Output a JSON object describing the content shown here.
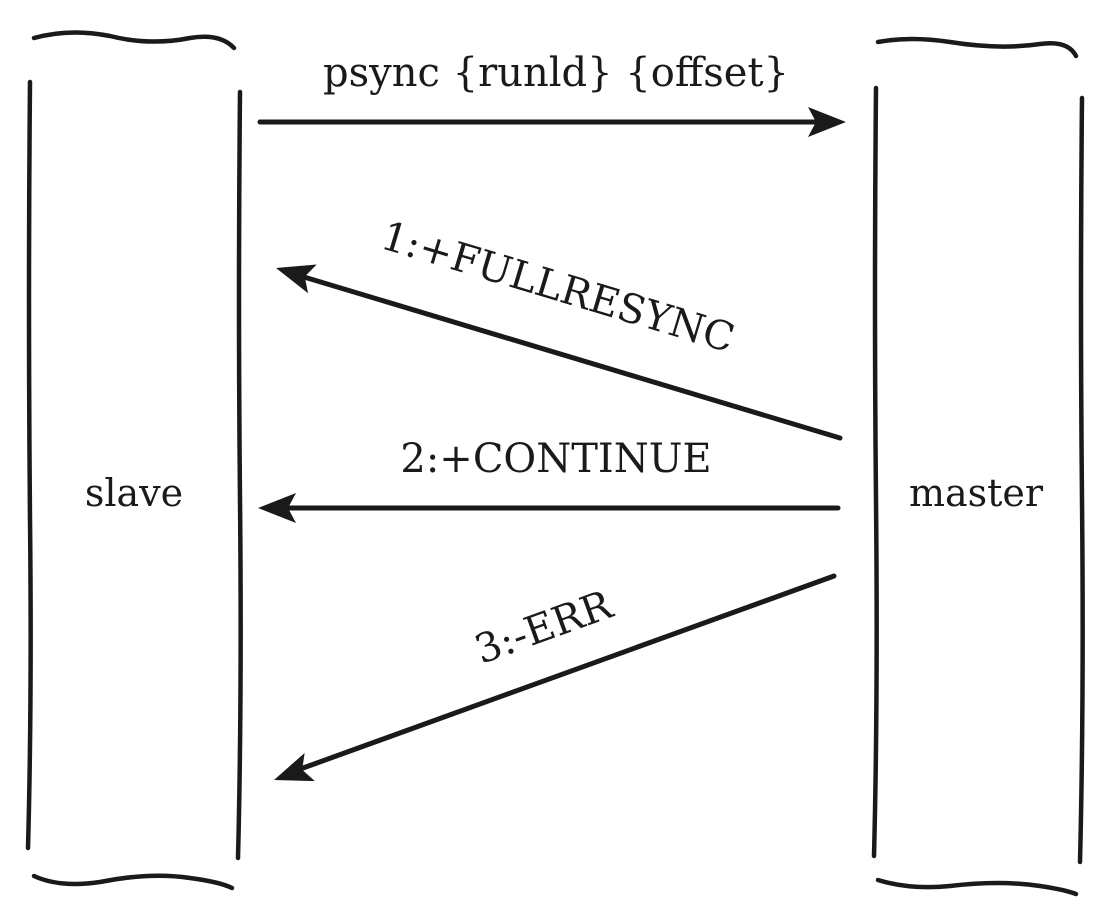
{
  "diagram": {
    "nodes": {
      "slave": {
        "label": "slave"
      },
      "master": {
        "label": "master"
      }
    },
    "messages": [
      {
        "label": "psync {runld} {offset}",
        "from": "slave",
        "to": "master"
      },
      {
        "label": "1:+FULLRESYNC",
        "from": "master",
        "to": "slave"
      },
      {
        "label": "2:+CONTINUE",
        "from": "master",
        "to": "slave"
      },
      {
        "label": "3:-ERR",
        "from": "master",
        "to": "slave"
      }
    ]
  },
  "colors": {
    "ink": "#1a1a1a",
    "background": "#ffffff"
  }
}
